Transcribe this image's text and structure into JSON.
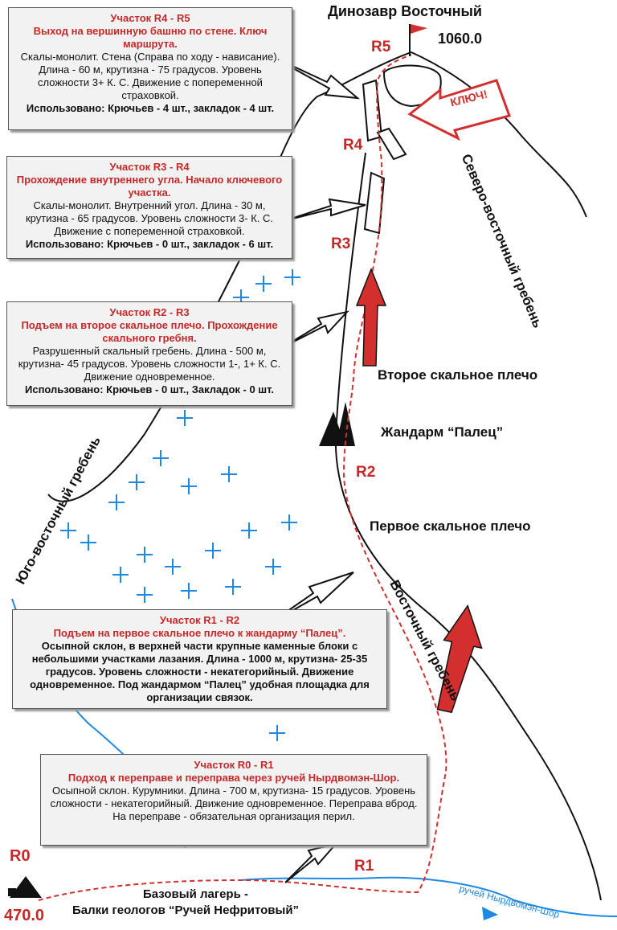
{
  "peak": {
    "name": "Динозавр Восточный",
    "elevation": "1060.0"
  },
  "base": {
    "elevation": "470.0",
    "line1": "Базовый лагерь -",
    "line2": "Балки геологов “Ручей Нефритовый”"
  },
  "key_label": "КЛЮЧ!",
  "points": {
    "r0": "R0",
    "r1": "R1",
    "r2": "R2",
    "r3": "R3",
    "r4": "R4",
    "r5": "R5"
  },
  "features": {
    "ne_ridge": "Северо-восточный гребень",
    "se_ridge": "Юго-восточный гребень",
    "east_ridge": "Восточный гребень",
    "shoulder2": "Второе скальное плечо",
    "gendarme": "Жандарм “Палец”",
    "shoulder1": "Первое скальное плечо",
    "stream": "ручей Нырдвомэн-Шор"
  },
  "sections": {
    "r4_r5": {
      "title": "Участок R4 - R5",
      "subtitle": "Выход на вершинную башню по стене. Ключ маршрута.",
      "body": "Скалы-монолит. Стена (Справа по ходу - нависание). Длина - 60 м,  крутизна - 75 градусов. Уровень сложности  3+ К. С. Движение с попеременной страховкой.",
      "used": "Использовано: Крючьев - 4 шт., закладок - 4 шт."
    },
    "r3_r4": {
      "title": "Участок R3 - R4",
      "subtitle": "Прохождение внутреннего угла. Начало ключевого участка.",
      "body": "Скалы-монолит. Внутренний угол. Длина - 30 м, крутизна - 65 градусов. Уровень сложности  3- К. С. Движение с попеременной страховкой.",
      "used": "Использовано: Крючьев - 0 шт., закладок - 6 шт."
    },
    "r2_r3": {
      "title": "Участок R2 - R3",
      "subtitle": "Подъем на второе  скальное плечо. Прохождение скального гребня.",
      "body": "Разрушенный скальный гребень. Длина - 500 м, крутизна- 45 градусов. Уровень сложности  1-, 1+ К. С. Движение одновременное.",
      "used": "Использовано: Крючьев - 0 шт., Закладок - 0 шт."
    },
    "r1_r2": {
      "title": "Участок R1 - R2",
      "subtitle": "Подъем на первое скальное плечо к жандарму “Палец”.",
      "body": "Осыпной склон, в верхней части крупные каменные блоки с небольшими участками лазания. Длина - 1000 м,  крутизна- 25-35 градусов. Уровень сложности - некатегорийный. Движение одновременное. Под жандармом “Палец” удобная площадка для организации связок."
    },
    "r0_r1": {
      "title": "Участок R0 - R1",
      "subtitle": "Подход к переправе и переправа через ручей Нырдвомэн-Шор.",
      "body": "Осыпной склон. Курумники. Длина - 700 м,  крутизна- 15 градусов. Уровень сложности - некатегорийный. Движение одновременное. Переправа вброд. На переправе - обязательная организация перил."
    }
  },
  "colors": {
    "route": "#d32f2f",
    "stream": "#1e88e5",
    "scree": "#1e88e5",
    "box_bg": "#f2f2f2"
  }
}
